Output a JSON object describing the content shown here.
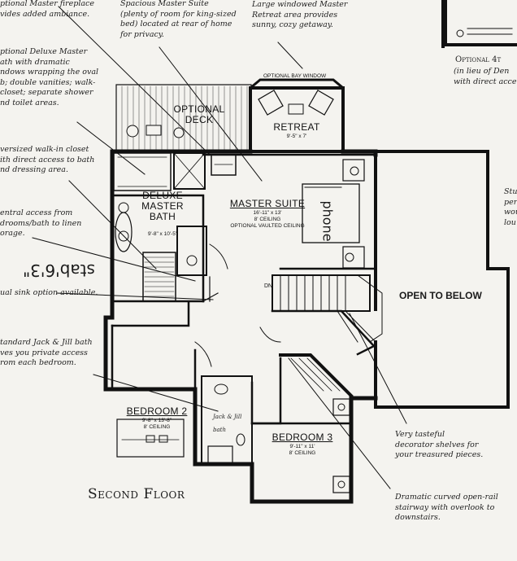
{
  "floor_title": "Second Floor",
  "open_to_below": "OPEN TO BELOW",
  "optional_bay_window": "OPTIONAL BAY WINDOW",
  "dn": "DN",
  "rooms": {
    "master_suite": {
      "name": "MASTER SUITE",
      "dims": "16'-11\" x 13'",
      "ceiling": "8' CEILING",
      "option": "OPTIONAL VAULTED CEILING"
    },
    "retreat": {
      "name": "RETREAT",
      "dims": "9'-5\" x 7'"
    },
    "optional_deck": {
      "line1": "OPTIONAL",
      "line2": "DECK"
    },
    "deluxe_bath": {
      "line1": "DELUXE",
      "line2": "MASTER",
      "line3": "BATH",
      "dims": "9'-8\" x 10'-5\""
    },
    "bedroom2": {
      "name": "BEDROOM 2",
      "dims": "9'-8\" x 13'-8\"",
      "ceiling": "8' CEILING"
    },
    "bedroom3": {
      "name": "BEDROOM 3",
      "dims": "9'-11\" x 11'",
      "ceiling": "8' CEILING"
    },
    "jack_jill": {
      "line1": "Jack & Jill",
      "line2": "bath"
    }
  },
  "notes": {
    "fireplace": "ptional Master fireplace\nvides added ambiance.",
    "suite": "Spacious Master Suite\n(plenty of room for king-sized\nbed) located at rear of home\nfor privacy.",
    "retreat": "Large windowed Master\nRetreat area provides\nsunny, cozy getaway.",
    "optional_4th_title": "Optional 4t",
    "optional_4th_sub": "(in lieu of Den\nwith direct acce",
    "deluxe": "ptional Deluxe Master\nath with dramatic\nndows wrapping the oval\nb; double vanities; walk-\ncloset; separate shower\nnd toilet areas.",
    "closet": "versized walk-in closet\nith direct access to bath\nnd dressing area.",
    "central": "entral access from\ndrooms/bath to linen\norage.",
    "dual_sink": "ual sink option available.",
    "jack_jill": "tandard Jack & Jill bath\nves you private access\nrom each bedroom.",
    "right_edge": "Stu\nper\nwou\nlou",
    "shelves": "Very tasteful\ndecorator shelves for\nyour treasured pieces.",
    "stair": "Dramatic curved open-rail\nstairway with overlook to\ndownstairs."
  },
  "handwriting": {
    "left": "stab'6'3\"",
    "bed": "phone"
  }
}
